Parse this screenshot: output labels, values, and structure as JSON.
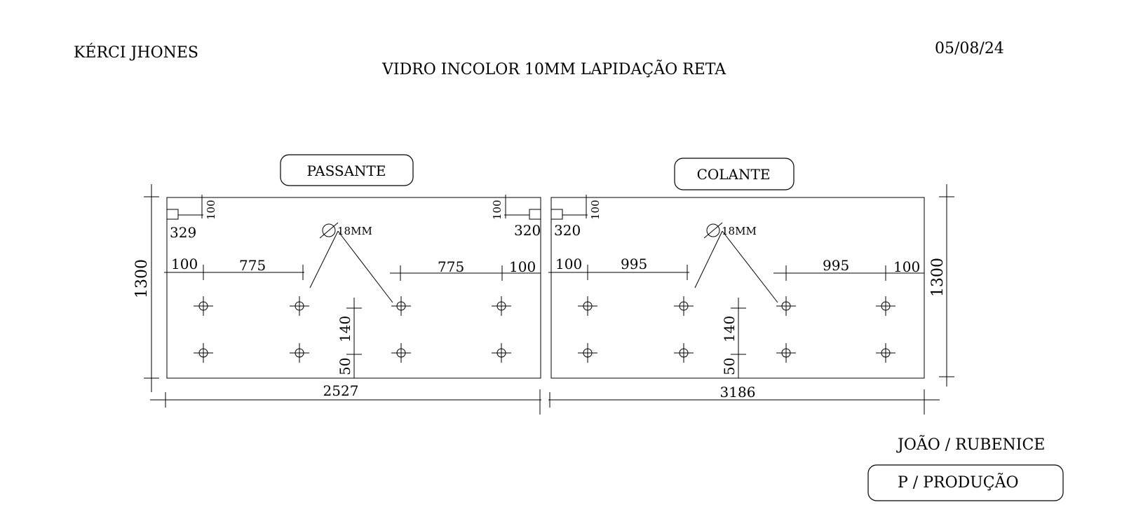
{
  "header": {
    "client": "KÉRCI JHONES",
    "date": "05/08/24",
    "title": "VIDRO INCOLOR 10MM LAPIDAÇÃO RETA"
  },
  "panels": [
    {
      "label": "PASSANTE",
      "width": "2527",
      "height": "1300",
      "notch_left": "329",
      "notch_right": "320",
      "notch_offset": "100",
      "hole": "18MM",
      "edge_offset": "100",
      "spacing": "775",
      "vertical_spacing": "140",
      "bottom_offset": "50"
    },
    {
      "label": "COLANTE",
      "width": "3186",
      "height": "1300",
      "notch_left": "320",
      "notch_offset": "100",
      "hole": "18MM",
      "edge_offset": "100",
      "spacing": "995",
      "vertical_spacing": "140",
      "bottom_offset": "50"
    }
  ],
  "footer": {
    "names": "JOÃO / RUBENICE",
    "stamp": "P / PRODUÇÃO"
  }
}
